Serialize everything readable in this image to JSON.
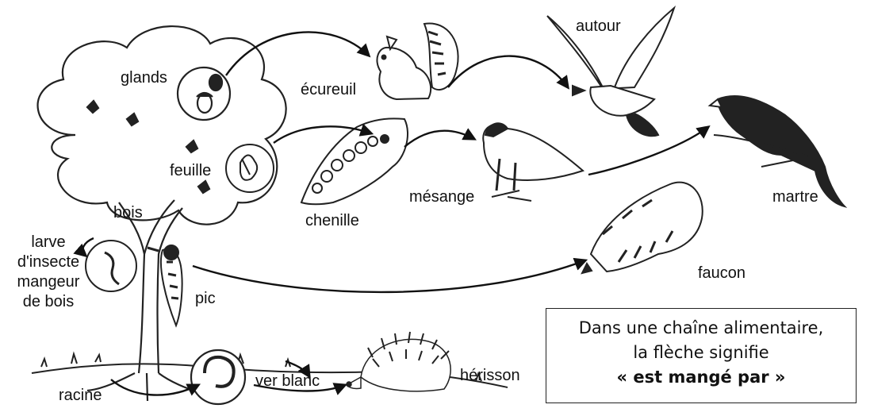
{
  "labels": {
    "glands": "glands",
    "feuille": "feuille",
    "bois": "bois",
    "larve": [
      "larve",
      "d'insecte",
      "mangeur",
      "de bois"
    ],
    "pic": "pic",
    "racine": "racine",
    "ver_blanc": "ver blanc",
    "herisson": "hérisson",
    "ecureuil": "écureuil",
    "autour": "autour",
    "chenille": "chenille",
    "mesange": "mésange",
    "martre": "martre",
    "faucon": "faucon"
  },
  "legend": {
    "line1": "Dans une chaîne alimentaire,",
    "line2": "la flèche signifie",
    "line3": "« est mangé par »"
  }
}
